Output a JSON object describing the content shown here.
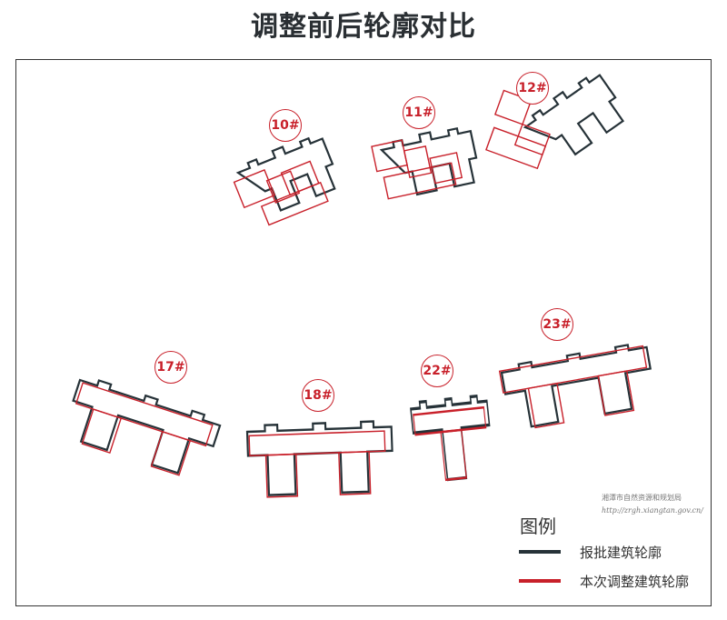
{
  "title": "调整前后轮廓对比",
  "buildings": [
    {
      "label": "10#"
    },
    {
      "label": "11#"
    },
    {
      "label": "12#"
    },
    {
      "label": "17#"
    },
    {
      "label": "18#"
    },
    {
      "label": "22#"
    },
    {
      "label": "23#"
    }
  ],
  "legend": {
    "title": "图例",
    "items": [
      {
        "label": "报批建筑轮廓",
        "color": "#263238"
      },
      {
        "label": "本次调整建筑轮廓",
        "color": "#c8202a"
      }
    ]
  },
  "watermark": {
    "line1": "湘潭市自然资源和规划局",
    "line2": "http://zrgh.xiangtan.gov.cn/"
  }
}
